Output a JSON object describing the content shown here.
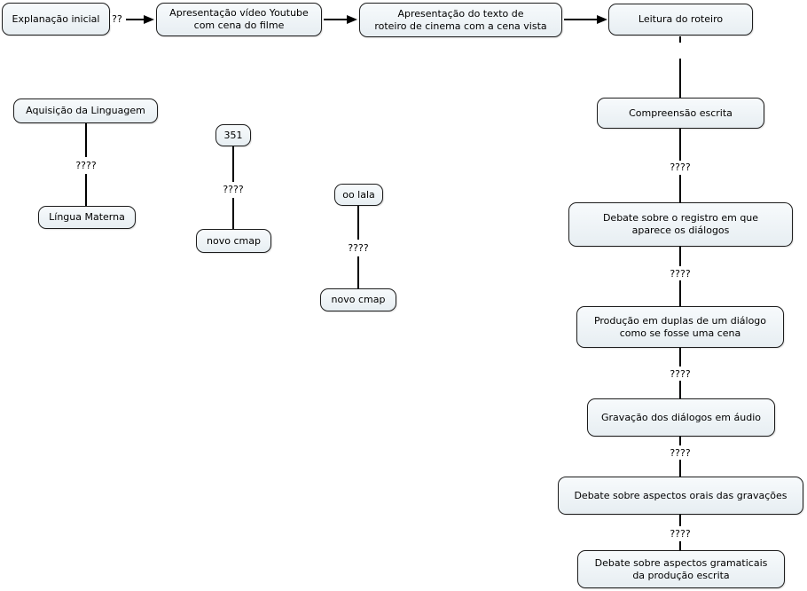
{
  "app": {
    "type": "concept-map-editor-canvas"
  },
  "colors": {
    "background": "#ffffff",
    "node_fill_top": "#f7fafc",
    "node_fill_bottom": "#e7eef2",
    "node_border": "#1c1c1c",
    "connector_line": "#000000",
    "text": "#000000"
  },
  "nodes": {
    "explanacao_inicial": {
      "label": "Explanação inicial"
    },
    "apresentacao_video": {
      "label": "Apresentação vídeo Youtube\ncom cena do filme"
    },
    "apresentacao_texto": {
      "label": "Apresentação do texto de\nroteiro de cinema com a cena vista"
    },
    "leitura_roteiro": {
      "label": "Leitura do roteiro"
    },
    "aquisicao_linguagem": {
      "label": "Aquisição da Linguagem"
    },
    "lingua_materna": {
      "label": "Língua Materna"
    },
    "n351": {
      "label": "351"
    },
    "novo_cmap_1": {
      "label": "novo cmap"
    },
    "oo_lala": {
      "label": "oo lala"
    },
    "novo_cmap_2": {
      "label": "novo cmap"
    },
    "compreensao_escrita": {
      "label": "Compreensão escrita"
    },
    "debate_registro": {
      "label": "Debate sobre o registro em que\naparece os diálogos"
    },
    "producao_duplas": {
      "label": "Produção em duplas de um diálogo\ncomo se fosse uma cena"
    },
    "gravacao_dialogos": {
      "label": "Gravação dos diálogos em áudio"
    },
    "debate_orais": {
      "label": "Debate sobre aspectos orais das gravações"
    },
    "debate_gramaticais": {
      "label": "Debate sobre aspectos gramaticais\nda produção escrita"
    }
  },
  "connections": {
    "explanacao_to_video": "??",
    "aquisicao_to_lingua": "????",
    "n351_to_novo_cmap": "????",
    "oo_lala_to_novo_cmap": "????",
    "compreensao_to_debate_registro": "????",
    "debate_registro_to_producao": "????",
    "producao_to_gravacao": "????",
    "gravacao_to_debate_orais": "????",
    "debate_orais_to_debate_gramaticais": "????"
  }
}
